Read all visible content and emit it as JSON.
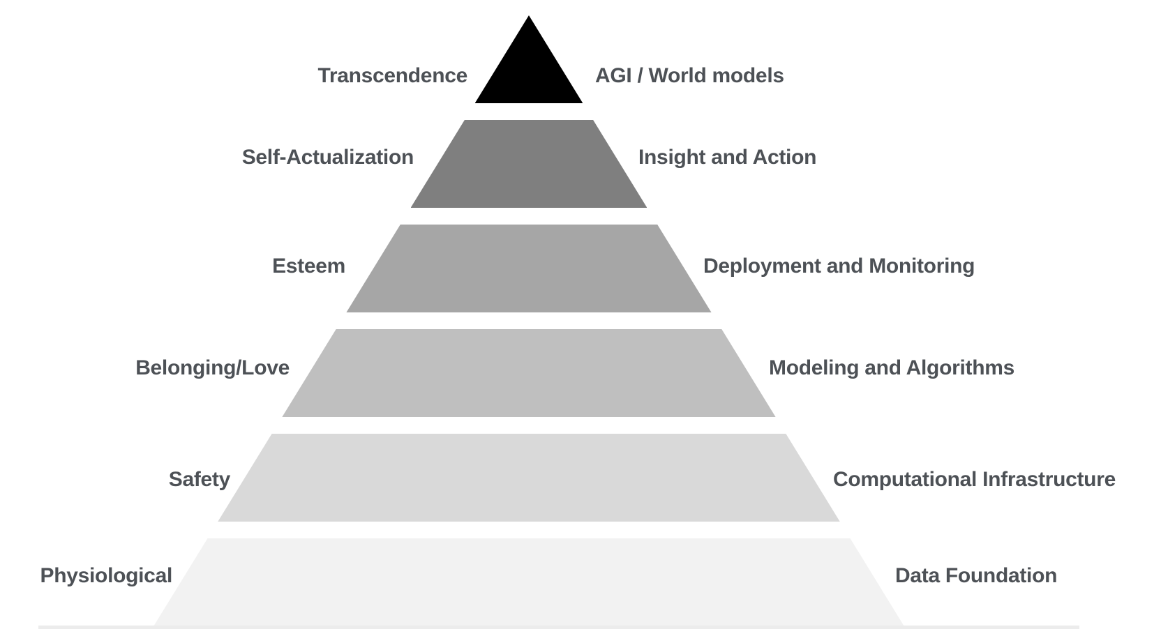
{
  "diagram": {
    "type": "pyramid",
    "description": "Maslow-style hierarchy pyramid mapping human needs to AI/data stack layers",
    "text_color": "#4d5156",
    "background_color": "#ffffff",
    "bottom_strip_color": "#ececec",
    "levels": [
      {
        "maslow": "Transcendence",
        "ai": "AGI / World models",
        "color": "#000000"
      },
      {
        "maslow": "Self-Actualization",
        "ai": "Insight and Action",
        "color": "#7f7f7f"
      },
      {
        "maslow": "Esteem",
        "ai": "Deployment and Monitoring",
        "color": "#a6a6a6"
      },
      {
        "maslow": "Belonging/Love",
        "ai": "Modeling and Algorithms",
        "color": "#bfbfbf"
      },
      {
        "maslow": "Safety",
        "ai": "Computational Infrastructure",
        "color": "#d9d9d9"
      },
      {
        "maslow": "Physiological",
        "ai": "Data Foundation",
        "color": "#f2f2f2"
      }
    ]
  }
}
